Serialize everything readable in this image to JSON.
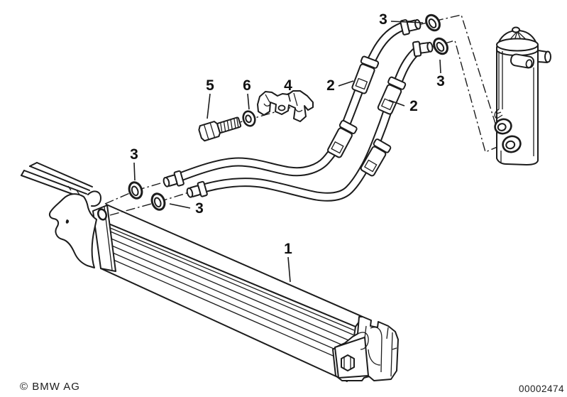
{
  "page": {
    "background": "#ffffff",
    "line_color": "#1c1c1c"
  },
  "figure": {
    "kind": "exploded-parts-diagram",
    "callouts": {
      "c1": "1",
      "c2a": "2",
      "c2b": "2",
      "c3a": "3",
      "c3b": "3",
      "c3c": "3",
      "c3d": "3",
      "c4": "4",
      "c5": "5",
      "c6": "6"
    },
    "footer": {
      "copyright": "© BMW AG",
      "document_number": "00002474"
    }
  }
}
